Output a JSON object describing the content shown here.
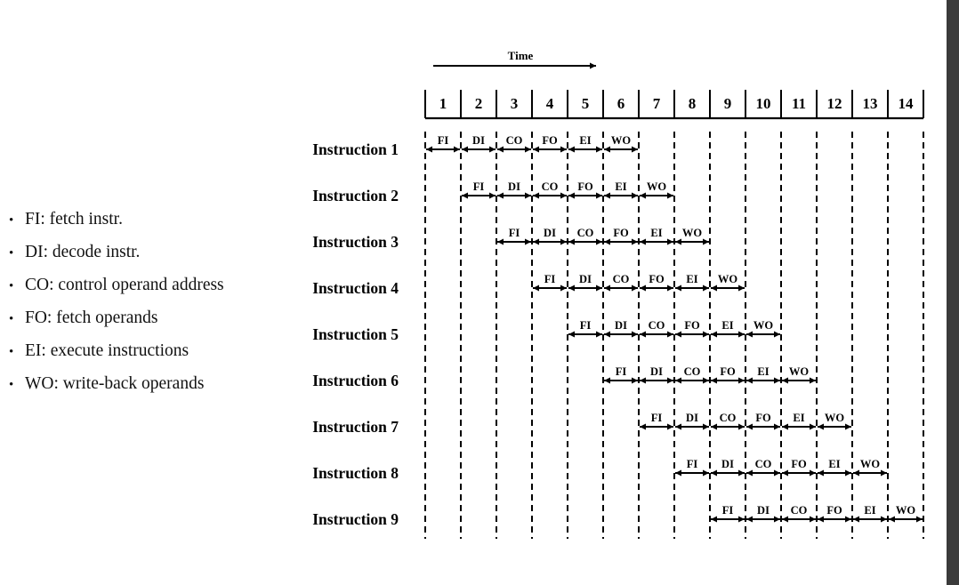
{
  "diagram": {
    "time_label": "Time",
    "time_slots": [
      "1",
      "2",
      "3",
      "4",
      "5",
      "6",
      "7",
      "8",
      "9",
      "10",
      "11",
      "12",
      "13",
      "14"
    ],
    "instructions": [
      "Instruction 1",
      "Instruction 2",
      "Instruction 3",
      "Instruction 4",
      "Instruction 5",
      "Instruction 6",
      "Instruction 7",
      "Instruction 8",
      "Instruction 9"
    ],
    "stages": [
      "FI",
      "DI",
      "CO",
      "FO",
      "EI",
      "WO"
    ]
  },
  "legend": {
    "items": [
      "FI: fetch instr.",
      "DI: decode instr.",
      "CO: control operand address",
      "FO: fetch operands",
      "EI: execute instructions",
      "WO: write-back operands"
    ]
  }
}
